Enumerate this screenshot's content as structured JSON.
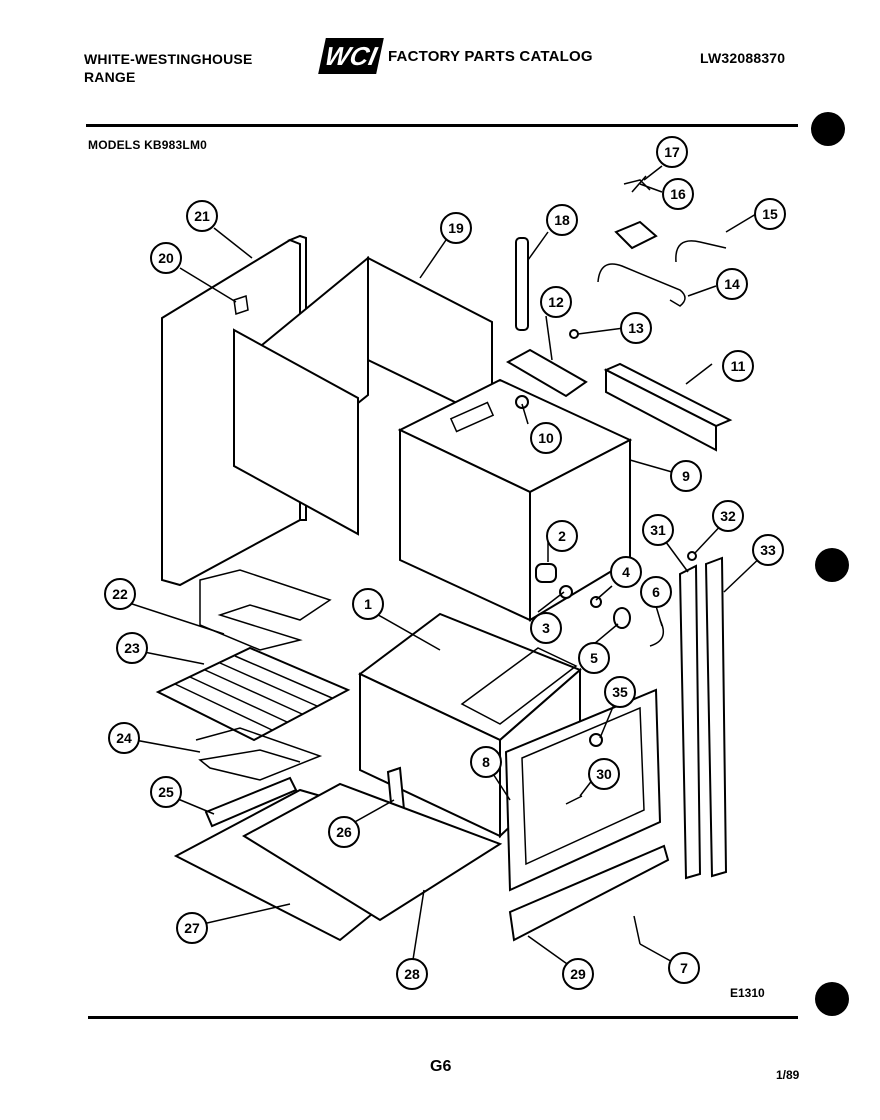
{
  "header": {
    "brand_line1": "WHITE-WESTINGHOUSE",
    "brand_line2": "RANGE",
    "logo": "WCI",
    "catalog_title": "FACTORY PARTS CATALOG",
    "doc_number": "LW32088370"
  },
  "models_label": "MODELS KB983LM0",
  "drawing_code": "E1310",
  "page_number": "G6",
  "date": "1/89",
  "callouts": [
    "1",
    "2",
    "3",
    "4",
    "5",
    "6",
    "7",
    "8",
    "9",
    "10",
    "11",
    "12",
    "13",
    "14",
    "15",
    "16",
    "17",
    "18",
    "19",
    "20",
    "21",
    "22",
    "23",
    "24",
    "25",
    "26",
    "27",
    "28",
    "29",
    "30",
    "31",
    "32",
    "33",
    "35"
  ]
}
